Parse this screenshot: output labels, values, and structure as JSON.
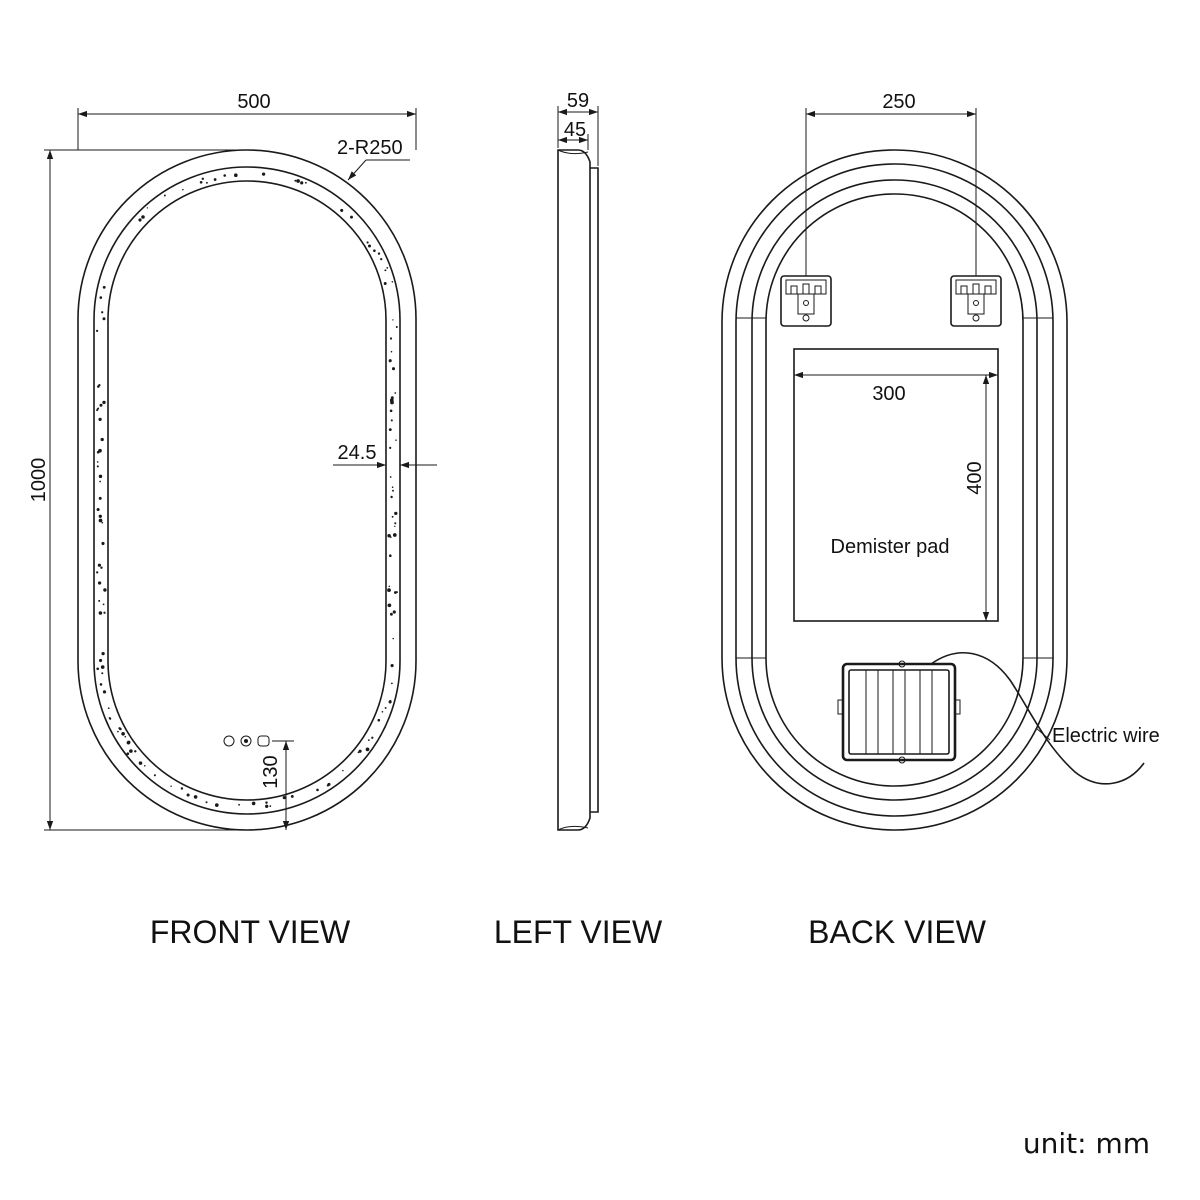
{
  "front_view": {
    "title": "FRONT VIEW",
    "width_label": "500",
    "height_label": "1000",
    "radius_label": "2-R250",
    "frame_label": "24.5",
    "switch_offset_label": "130"
  },
  "left_view": {
    "title": "LEFT VIEW",
    "depth_total_label": "59",
    "depth_body_label": "45"
  },
  "back_view": {
    "title": "BACK VIEW",
    "bracket_spacing_label": "250",
    "pad_width_label": "300",
    "pad_height_label": "400",
    "pad_label": "Demister pad",
    "wire_label": "Electric wire"
  },
  "unit_label": "unit: mm"
}
